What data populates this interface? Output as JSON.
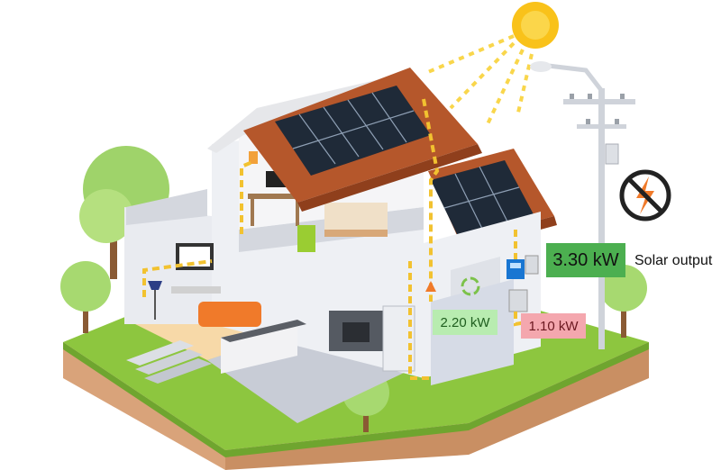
{
  "solar_output": {
    "value": "3.30 kW",
    "label": "Solar output"
  },
  "home_load": {
    "value": "2.20 kW"
  },
  "grid_export": {
    "value": "1.10 kW"
  },
  "colors": {
    "solar_output_badge": "#4caf50",
    "home_load_badge": "#b8ecb0",
    "grid_export_badge": "#f4a7ae",
    "roof": "#b5572b",
    "solar_panel": "#1f2a38",
    "sun": "#f9c21a",
    "grass": "#8dc63f",
    "soil": "#d9a37a",
    "wire": "#f2c230"
  },
  "icons": [
    "sun-icon",
    "solar-panel-icon",
    "street-light-icon",
    "no-power-icon",
    "inverter-icon",
    "battery-icon",
    "recycle-icon",
    "tree-icon"
  ]
}
